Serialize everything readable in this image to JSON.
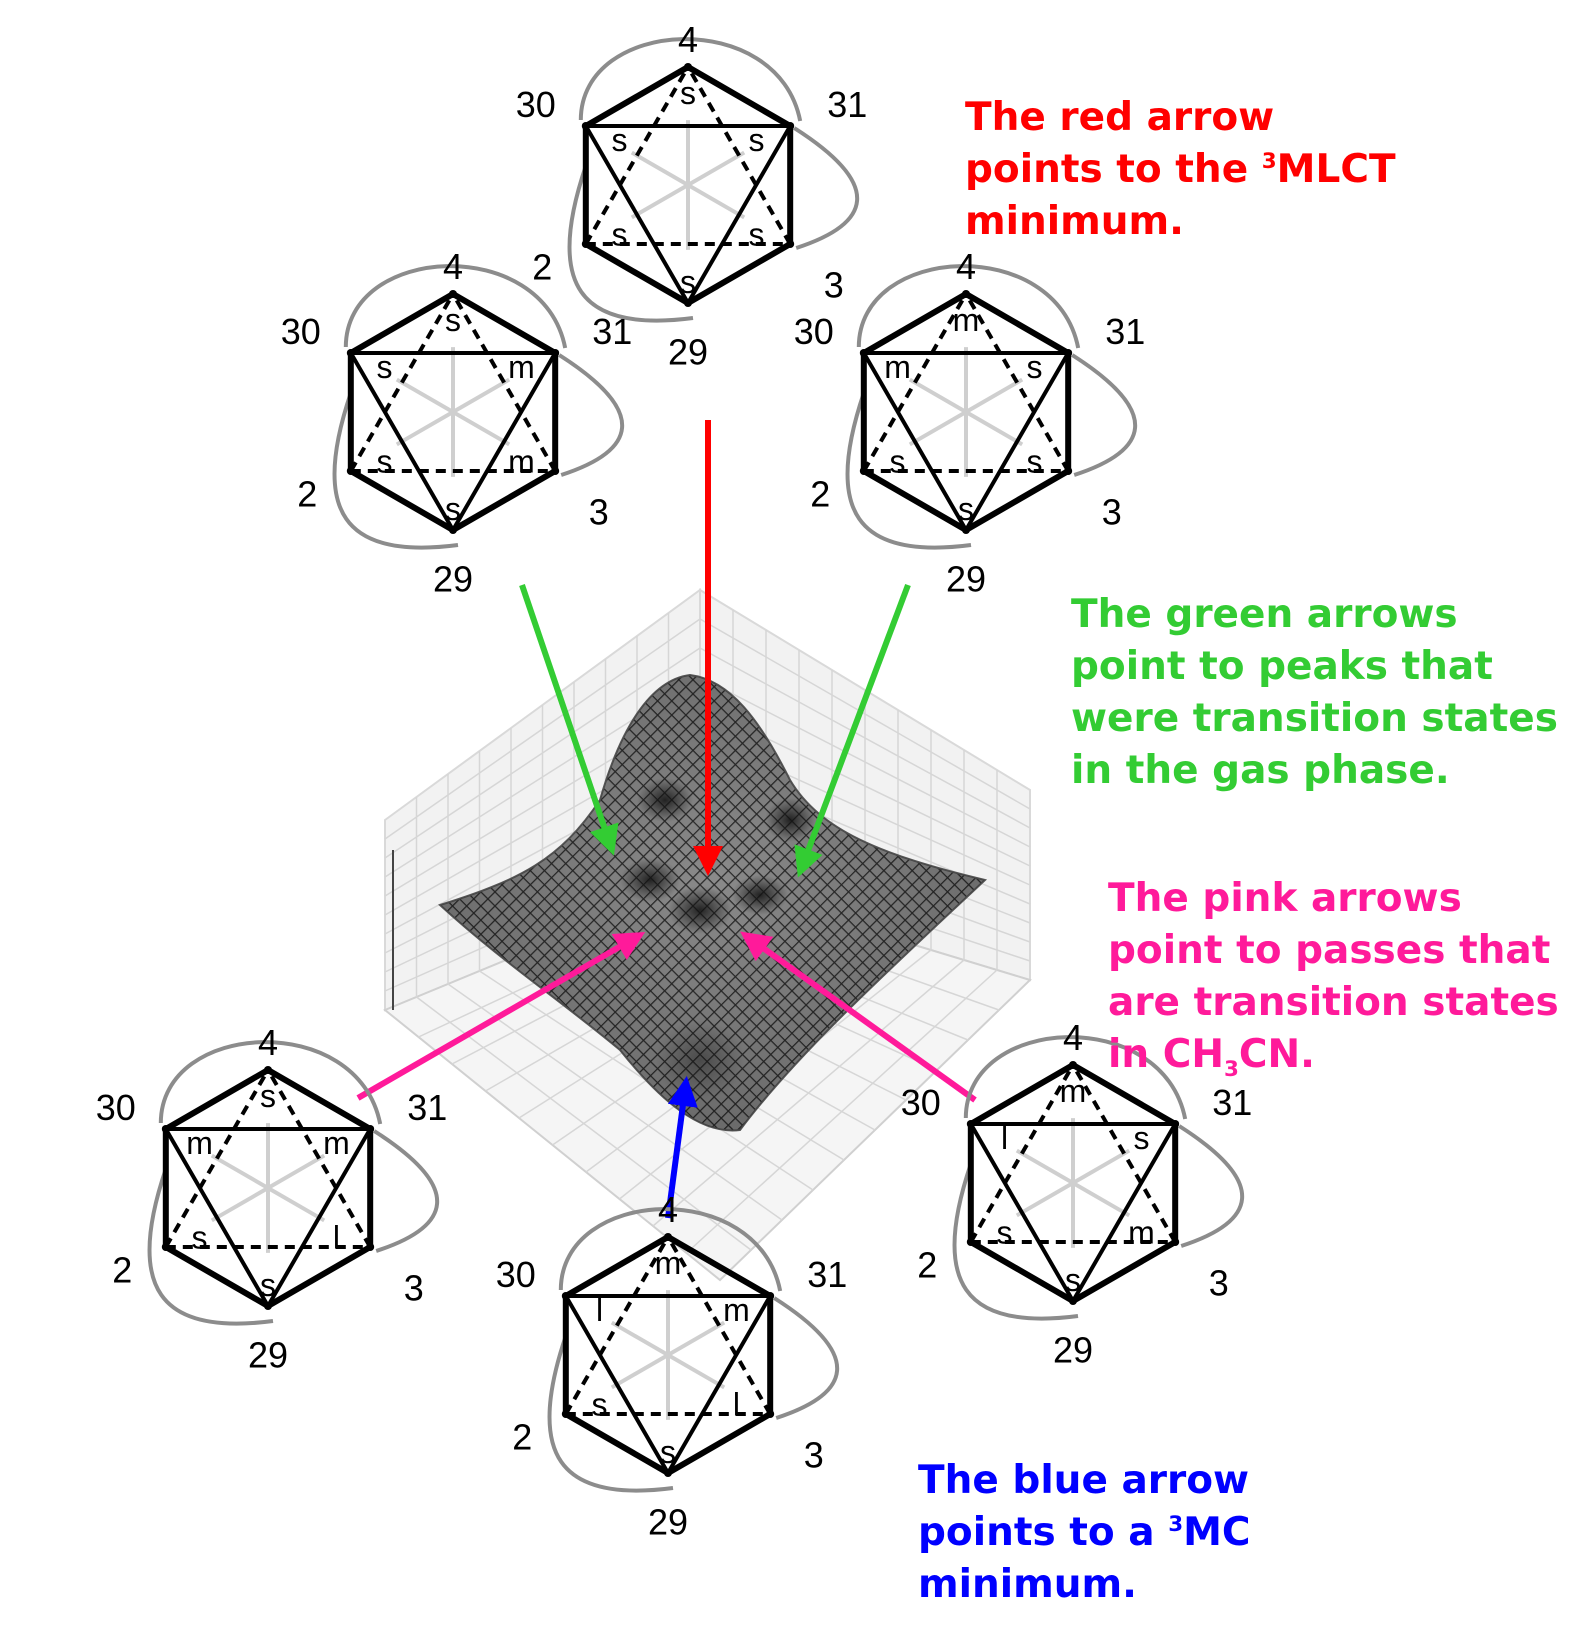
{
  "colors": {
    "red": "#ff0000",
    "green": "#33cc33",
    "pink": "#ff1a9a",
    "blue": "#0000ff"
  },
  "notes": {
    "red": [
      "The red arrow",
      "points to the ",
      "MLCT",
      "minimum."
    ],
    "green": [
      "The green arrows",
      "point to peaks that",
      "were transition states",
      "in the gas phase."
    ],
    "pink": [
      "The pink arrows",
      "point to passes that",
      "are transition states",
      "in CH",
      "CN."
    ],
    "blue": [
      "The blue arrow",
      "points to a ",
      "MC",
      "minimum."
    ],
    "superscript": "3",
    "subscript": "3"
  },
  "vertex_numbers": [
    "4",
    "31",
    "3",
    "29",
    "2",
    "30"
  ],
  "structures": [
    {
      "id": "top",
      "faces": [
        "s",
        "s",
        "s",
        "s",
        "s",
        "s"
      ]
    },
    {
      "id": "upper-left",
      "faces": [
        "s",
        "m",
        "m",
        "s",
        "s",
        "s"
      ]
    },
    {
      "id": "upper-right",
      "faces": [
        "m",
        "s",
        "s",
        "s",
        "s",
        "m"
      ]
    },
    {
      "id": "lower-left",
      "faces": [
        "s",
        "m",
        "l",
        "s",
        "s",
        "m"
      ]
    },
    {
      "id": "lower-right",
      "faces": [
        "m",
        "s",
        "m",
        "s",
        "s",
        "l"
      ]
    },
    {
      "id": "bottom",
      "faces": [
        "m",
        "m",
        "l",
        "s",
        "s",
        "l"
      ]
    }
  ]
}
